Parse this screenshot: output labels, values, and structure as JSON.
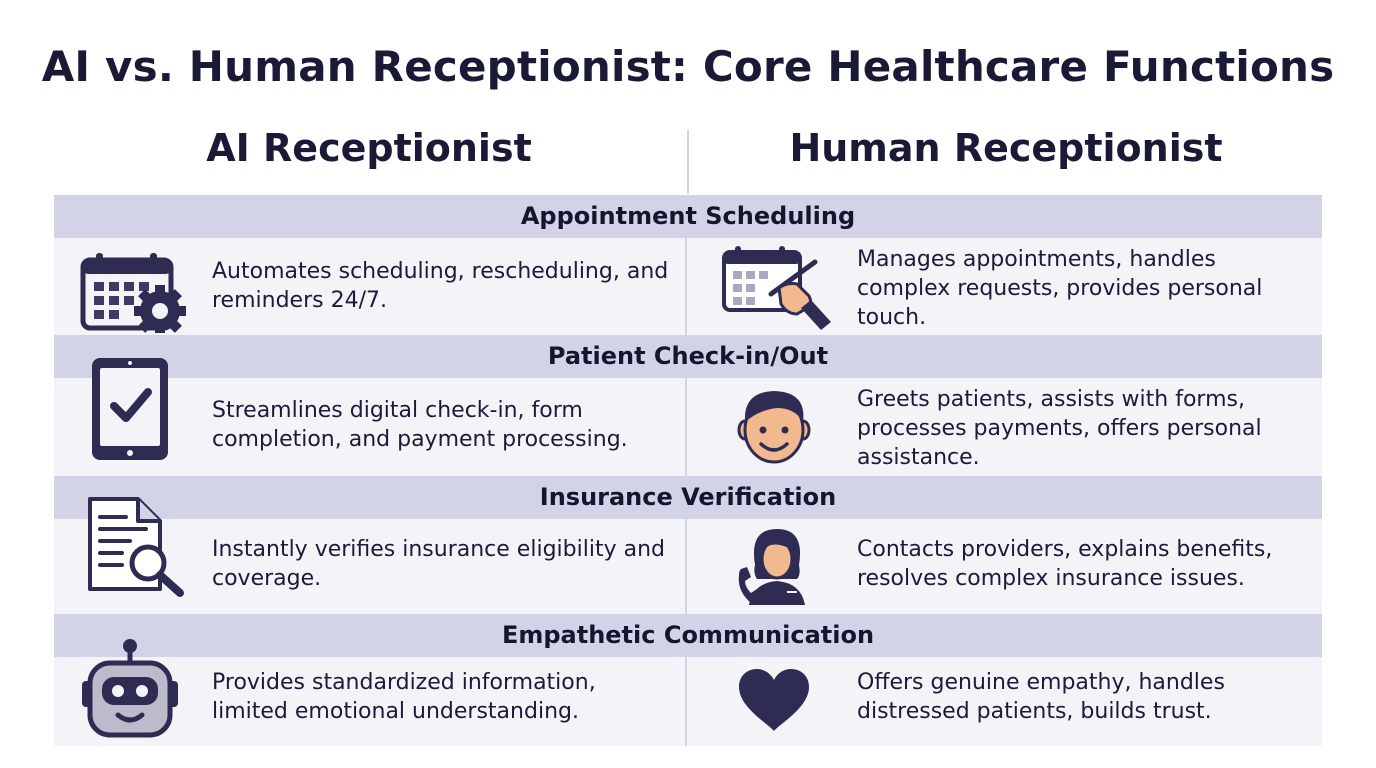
{
  "title": "AI vs. Human Receptionist: Core Healthcare Functions",
  "columns": {
    "ai": "AI Receptionist",
    "human": "Human Receptionist"
  },
  "colors": {
    "icon_dark": "#2e2c52",
    "section_band": "#d2d3e6",
    "row_bg": "#f3f3f8",
    "skin": "#f2b98f"
  },
  "sections": [
    {
      "heading": "Appointment Scheduling",
      "ai": {
        "icon": "calendar-gear-icon",
        "text": "Automates scheduling, rescheduling, and reminders 24/7."
      },
      "human": {
        "icon": "calendar-pen-hand-icon",
        "text": "Manages appointments, handles complex requests, provides personal touch."
      }
    },
    {
      "heading": "Patient Check-in/Out",
      "ai": {
        "icon": "tablet-checkmark-icon",
        "text": "Streamlines digital check-in, form completion, and payment processing."
      },
      "human": {
        "icon": "smiling-person-icon",
        "text": "Greets patients, assists with forms, processes payments, offers personal assistance."
      }
    },
    {
      "heading": "Insurance Verification",
      "ai": {
        "icon": "document-magnifier-icon",
        "text": "Instantly verifies insurance eligibility and coverage."
      },
      "human": {
        "icon": "woman-phone-icon",
        "text": "Contacts providers, explains benefits, resolves complex insurance issues."
      }
    },
    {
      "heading": "Empathetic Communication",
      "ai": {
        "icon": "robot-icon",
        "text": "Provides standardized information, limited emotional understanding."
      },
      "human": {
        "icon": "heart-icon",
        "text": "Offers genuine empathy, handles distressed patients, builds trust."
      }
    }
  ]
}
